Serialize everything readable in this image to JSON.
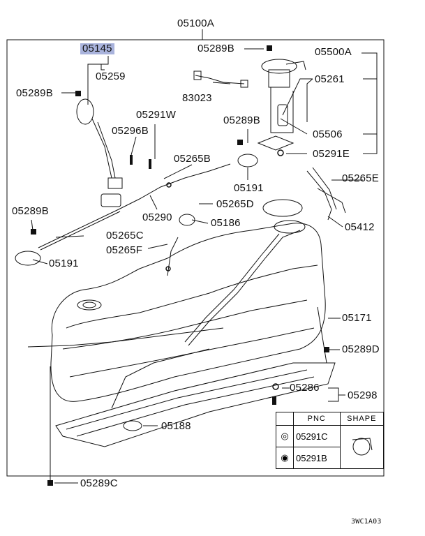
{
  "labels": {
    "l05100A": "05100A",
    "l05145": "05145",
    "l05289B_a": "05289B",
    "l05500A": "05500A",
    "l05259": "05259",
    "l83023": "83023",
    "l05261": "05261",
    "l05289B_b": "05289B",
    "l05291W": "05291W",
    "l05289B_c": "05289B",
    "l05296B": "05296B",
    "l05506": "05506",
    "l05291E": "05291E",
    "l05265B": "05265B",
    "l05265E": "05265E",
    "l05191_a": "05191",
    "l05289B_d": "05289B",
    "l05265D": "05265D",
    "l05290": "05290",
    "l05412": "05412",
    "l05265C": "05265C",
    "l05186": "05186",
    "l05265F": "05265F",
    "l05191_b": "05191",
    "l05171": "05171",
    "l05289D": "05289D",
    "l05286": "05286",
    "l05298": "05298",
    "l05188": "05188",
    "l05289C": "05289C"
  },
  "legend": {
    "header_pnc": "PNC",
    "header_shape": "SHAPE",
    "rows": [
      {
        "symbol": "◎",
        "pnc": "05291C"
      },
      {
        "symbol": "◉",
        "pnc": "05291B"
      }
    ]
  },
  "footer_code": "3WC1A03",
  "colors": {
    "highlight": "#a9b3dc",
    "line": "#111111"
  }
}
